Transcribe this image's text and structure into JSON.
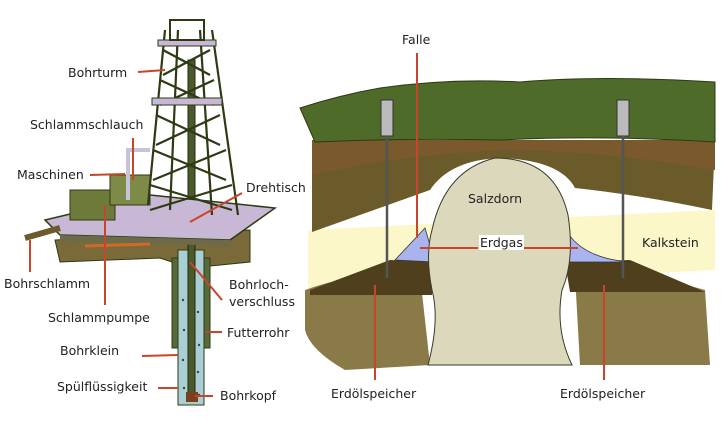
{
  "rig_labels": {
    "bohrturm": "Bohrturm",
    "schlammschlauch": "Schlammschlauch",
    "maschinen": "Maschinen",
    "drehtisch": "Drehtisch",
    "bohrschlamm": "Bohrschlamm",
    "bohrloch_1": "Bohrloch-",
    "bohrloch_2": "verschluss",
    "schlammpumpe": "Schlammpumpe",
    "futterrohr": "Futterrohr",
    "bohrklein": "Bohrklein",
    "spuelfluessigkeit": "Spülflüssigkeit",
    "bohrkopf": "Bohrkopf"
  },
  "geology_labels": {
    "falle": "Falle",
    "salzdorn": "Salzdorn",
    "erdgas": "Erdgas",
    "kalkstein": "Kalkstein",
    "erdoelspeicher_left": "Erdölspeicher",
    "erdoelspeicher_right": "Erdölspeicher"
  },
  "colors": {
    "leader": "#c8442a",
    "grass": "#4f6b2a",
    "soil": "#6b5a2a",
    "limestone": "#fbf7c8",
    "salt": "#dcd8bc",
    "gas": "#a9b4ee",
    "oil": "#4f3f1c"
  }
}
